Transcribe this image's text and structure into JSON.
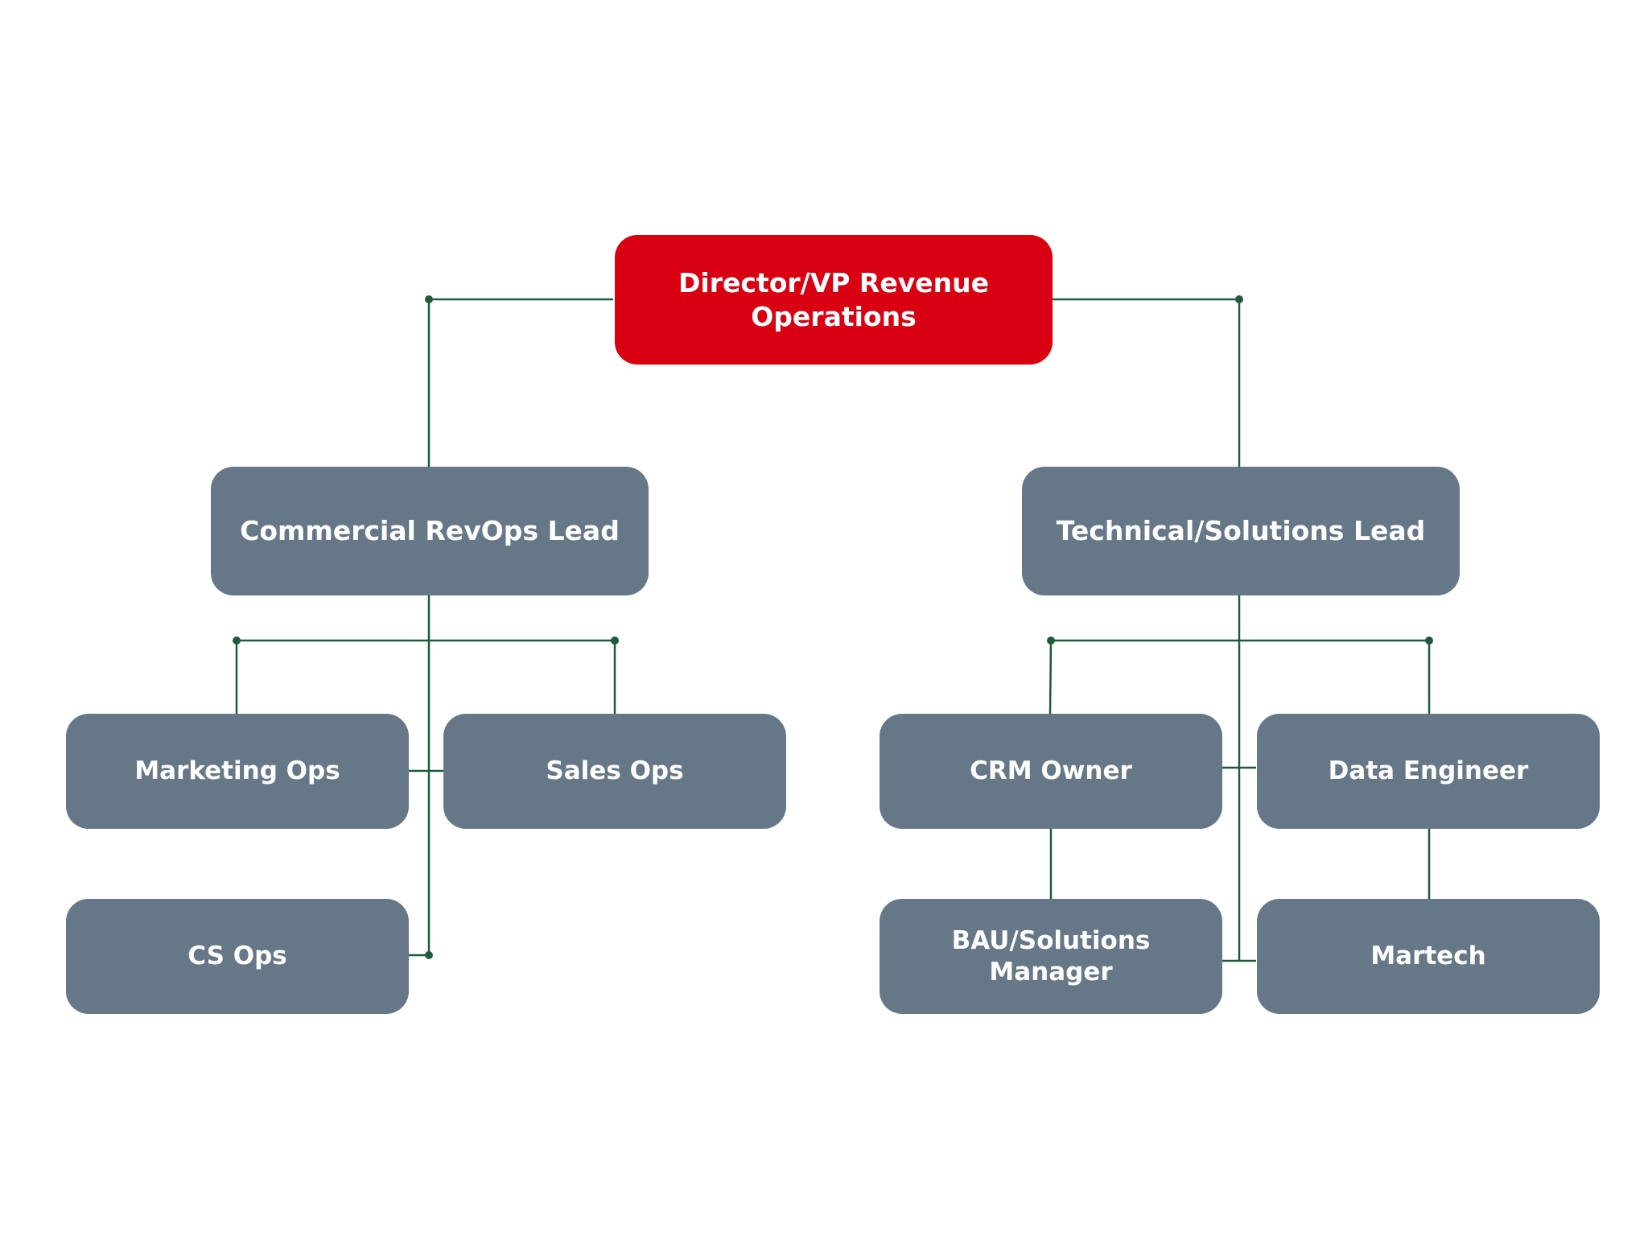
{
  "colors": {
    "root_fill": "#d90012",
    "node_fill": "#667887",
    "text": "#ffffff",
    "connector": "#1f5a3d",
    "background": "#ffffff"
  },
  "org": {
    "root": {
      "label": "Director/VP Revenue\nOperations"
    },
    "commercial": {
      "label": "Commercial RevOps Lead",
      "reports": {
        "marketing_ops": "Marketing Ops",
        "sales_ops": "Sales Ops",
        "cs_ops": "CS Ops"
      }
    },
    "technical": {
      "label": "Technical/Solutions Lead",
      "reports": {
        "crm_owner": "CRM Owner",
        "data_engineer": "Data Engineer",
        "bau_manager": "BAU/Solutions\nManager",
        "martech": "Martech"
      }
    }
  }
}
